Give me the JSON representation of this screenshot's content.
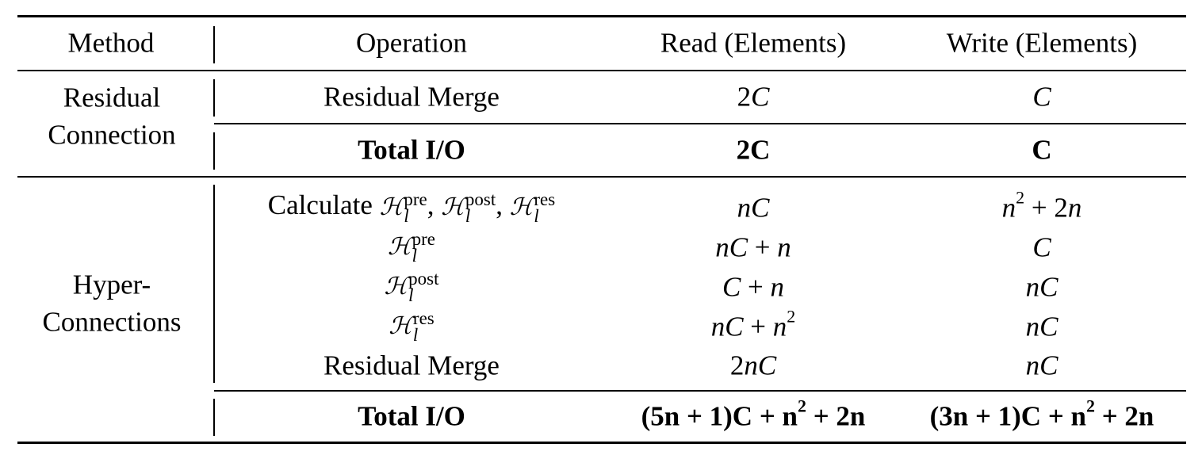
{
  "header": {
    "method": "Method",
    "operation": "Operation",
    "read": "Read (Elements)",
    "write": "Write (Elements)"
  },
  "groups": [
    {
      "method_lines": [
        "Residual",
        "Connection"
      ]
    },
    {
      "method_lines": [
        "Hyper-",
        "Connections"
      ]
    }
  ],
  "rows": [
    {
      "op": [
        {
          "t": "Residual Merge"
        }
      ],
      "read": [
        {
          "t": "2"
        },
        {
          "i": "C"
        }
      ],
      "write": [
        {
          "i": "C"
        }
      ]
    },
    {
      "op": [
        {
          "t": "Total I/O",
          "b": 1
        }
      ],
      "read": [
        {
          "t": "2C",
          "b": 1
        }
      ],
      "write": [
        {
          "t": "C",
          "b": 1
        }
      ]
    },
    {
      "op": [
        {
          "t": "Calculate "
        },
        {
          "H": "ℋ",
          "sub": "l",
          "sup": "pre"
        },
        {
          "t": ", "
        },
        {
          "H": "ℋ",
          "sub": "l",
          "sup": "post"
        },
        {
          "t": ", "
        },
        {
          "H": "ℋ",
          "sub": "l",
          "sup": "res"
        }
      ],
      "read": [
        {
          "i": "nC"
        }
      ],
      "write": [
        {
          "i": "n"
        },
        {
          "s": "2"
        },
        {
          "t": " + 2"
        },
        {
          "i": "n"
        }
      ]
    },
    {
      "op": [
        {
          "H": "ℋ",
          "sub": "l",
          "sup": "pre"
        }
      ],
      "read": [
        {
          "i": "nC"
        },
        {
          "t": " + "
        },
        {
          "i": "n"
        }
      ],
      "write": [
        {
          "i": "C"
        }
      ]
    },
    {
      "op": [
        {
          "H": "ℋ",
          "sub": "l",
          "sup": "post"
        }
      ],
      "read": [
        {
          "i": "C"
        },
        {
          "t": " + "
        },
        {
          "i": "n"
        }
      ],
      "write": [
        {
          "i": "nC"
        }
      ]
    },
    {
      "op": [
        {
          "H": "ℋ",
          "sub": "l",
          "sup": "res"
        }
      ],
      "read": [
        {
          "i": "nC"
        },
        {
          "t": " + "
        },
        {
          "i": "n"
        },
        {
          "s": "2"
        }
      ],
      "write": [
        {
          "i": "nC"
        }
      ]
    },
    {
      "op": [
        {
          "t": "Residual Merge"
        }
      ],
      "read": [
        {
          "t": "2"
        },
        {
          "i": "nC"
        }
      ],
      "write": [
        {
          "i": "nC"
        }
      ]
    },
    {
      "op": [
        {
          "t": "Total I/O",
          "b": 1
        }
      ],
      "read": [
        {
          "t": "(5n + 1)C + n",
          "b": 1
        },
        {
          "s": "2",
          "b": 1
        },
        {
          "t": " + 2n",
          "b": 1
        }
      ],
      "write": [
        {
          "t": "(3n + 1)C + n",
          "b": 1
        },
        {
          "s": "2",
          "b": 1
        },
        {
          "t": " + 2n",
          "b": 1
        }
      ]
    }
  ]
}
